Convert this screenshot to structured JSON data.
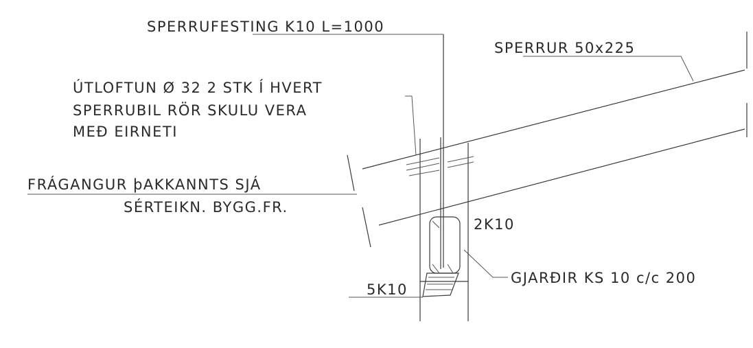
{
  "drawing": {
    "labels": {
      "sperrufesting": "SPERRUFESTING K10 L=1000",
      "sperrur": "SPERRUR 50x225",
      "utloftun_1": "ÚTLOFTUN Ø 32 2 STK Í HVERT",
      "utloftun_2": "SPERRUBIL RÖR SKULU VERA",
      "utloftun_3": "MEÐ EIRNETI",
      "fragangur_1": "FRÁGANGUR þAKKANNTS SJÁ",
      "fragangur_2": "SÉRTEIKN. BYGG.FR.",
      "k2": "2K10",
      "k5": "5K10",
      "gjardir": "GJARÐIR KS 10 c/c 200"
    }
  }
}
